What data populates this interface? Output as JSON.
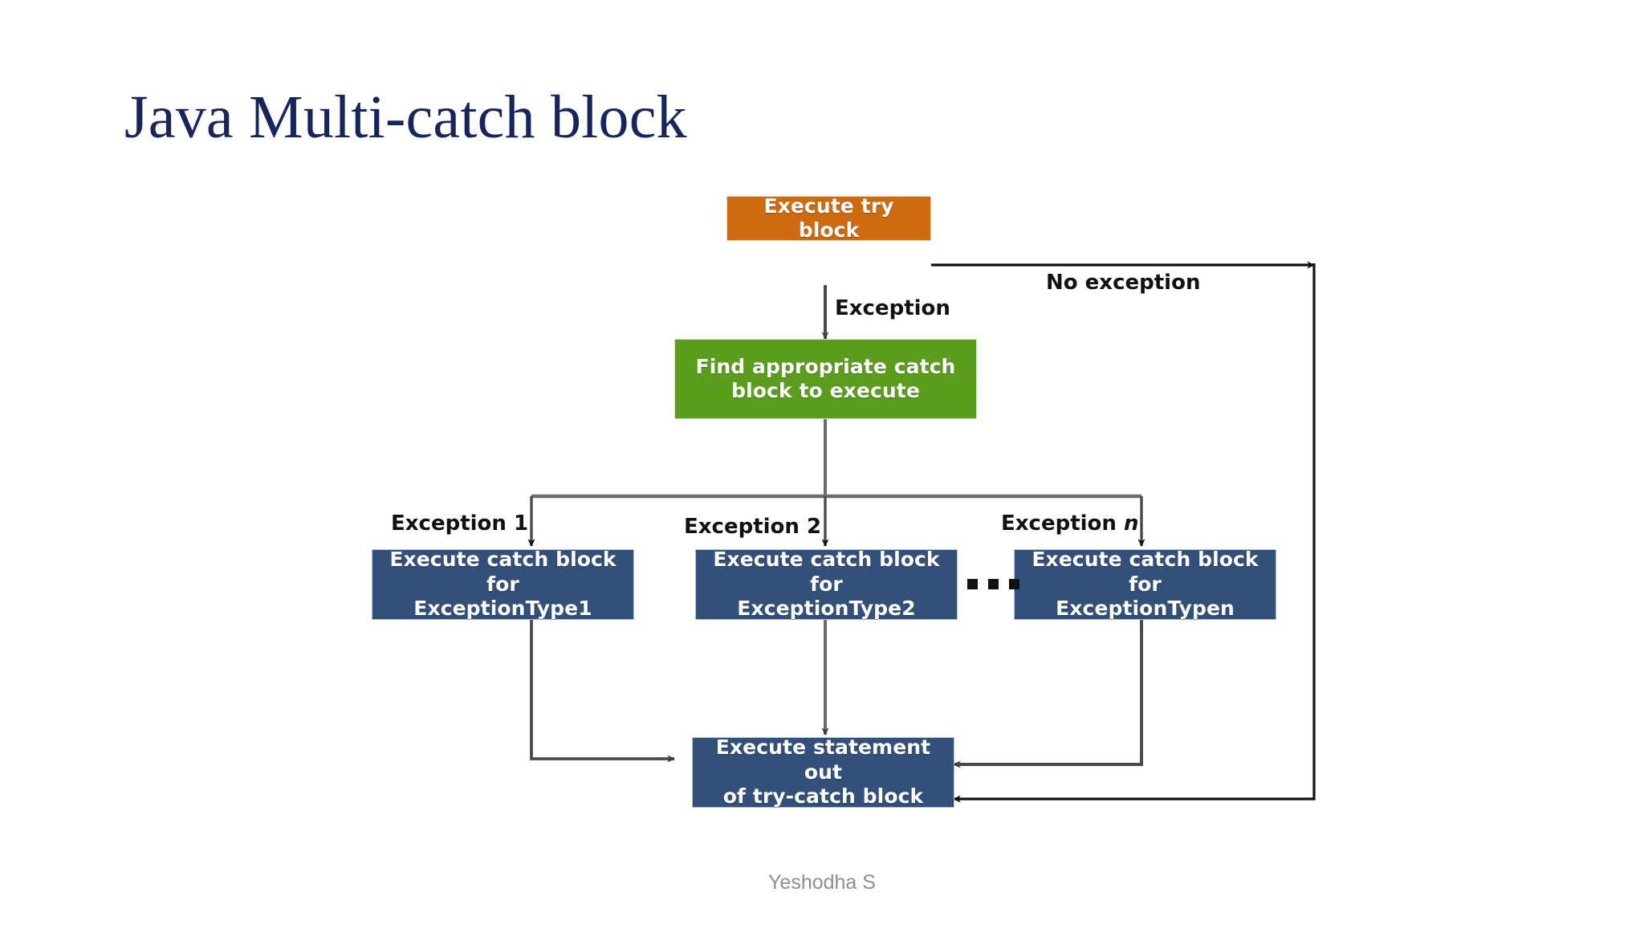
{
  "slide": {
    "title": "Java Multi-catch block",
    "footer": "Yeshodha S",
    "title_color": "#16255c",
    "footer_color": "#8e8e8e",
    "background": "#ffffff"
  },
  "diagram": {
    "type": "flowchart",
    "colors": {
      "try_block": "#ce6a10",
      "find_catch": "#5b9e1d",
      "catch_blocks": "#33507a",
      "connector": "#3d3d3d",
      "label_text": "#111111"
    },
    "nodes": [
      {
        "id": "try",
        "label": "Execute try block",
        "shape": "rectangle",
        "fill": "#ce6a10"
      },
      {
        "id": "find",
        "label": "Find appropriate catch\nblock to execute",
        "shape": "rectangle",
        "fill": "#5b9e1d"
      },
      {
        "id": "catch1",
        "label": "Execute catch block for\nExceptionType1",
        "shape": "rectangle",
        "fill": "#33507a"
      },
      {
        "id": "catch2",
        "label": "Execute catch block for\nExceptionType2",
        "shape": "rectangle",
        "fill": "#33507a"
      },
      {
        "id": "catchn",
        "label": "Execute catch block for\nExceptionTypen",
        "shape": "rectangle",
        "fill": "#33507a"
      },
      {
        "id": "out",
        "label": "Execute statement out\nof try-catch block",
        "shape": "rectangle",
        "fill": "#33507a"
      }
    ],
    "edge_labels": [
      {
        "id": "no-exception",
        "text": "No exception"
      },
      {
        "id": "exception",
        "text": "Exception"
      },
      {
        "id": "exception-1",
        "text": "Exception 1"
      },
      {
        "id": "exception-2",
        "text": "Exception 2"
      },
      {
        "id": "exception-n",
        "text": "Exception n"
      }
    ],
    "ellipsis": "• • •",
    "edges": [
      {
        "from": "try",
        "to": "out",
        "label": "No exception"
      },
      {
        "from": "try",
        "to": "find",
        "label": "Exception"
      },
      {
        "from": "find",
        "to": "catch1",
        "label": "Exception 1"
      },
      {
        "from": "find",
        "to": "catch2",
        "label": "Exception 2"
      },
      {
        "from": "find",
        "to": "catchn",
        "label": "Exception n"
      },
      {
        "from": "catch1",
        "to": "out",
        "label": ""
      },
      {
        "from": "catch2",
        "to": "out",
        "label": ""
      },
      {
        "from": "catchn",
        "to": "out",
        "label": ""
      }
    ]
  }
}
